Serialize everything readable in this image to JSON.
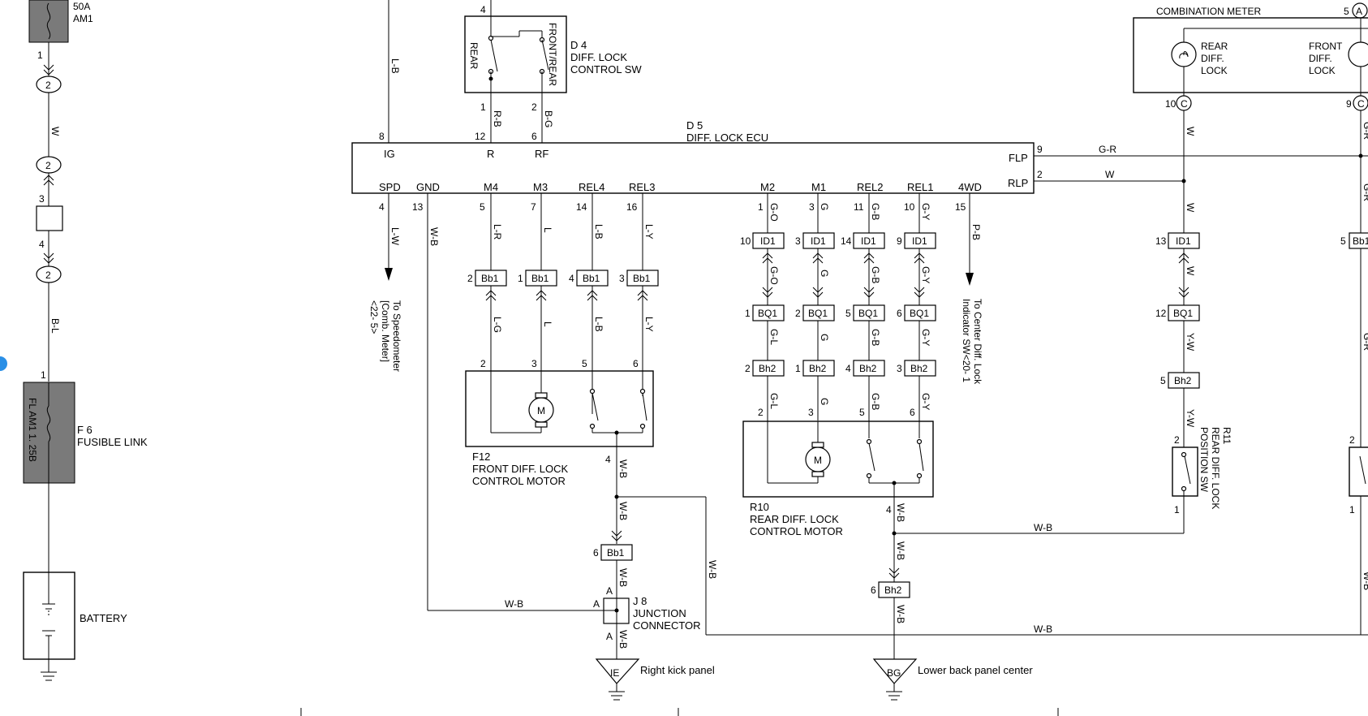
{
  "left_column": {
    "fuse_50a": "50A",
    "fuse_am1": "AM1",
    "pin_1a": "1",
    "pin_3": "3",
    "pin_4": "4",
    "pin_1b": "1",
    "circle_2": "2",
    "wire_w": "W",
    "wire_bl": "B-L",
    "fusible_link_code": "F 6",
    "fusible_link_name": "FUSIBLE LINK",
    "fusible_link_inner": "FL AM1 1. 25B",
    "battery": "BATTERY"
  },
  "d4": {
    "code": "D 4",
    "name1": "DIFF.  LOCK",
    "name2": "CONTROL SW",
    "rear": "REAR",
    "front_rear": "FRONT/REAR",
    "pin4": "4",
    "pin1": "1",
    "pin2": "2",
    "wire_rb": "R-B",
    "wire_bg": "B-G"
  },
  "ecu": {
    "code": "D 5",
    "name": "DIFF.  LOCK ECU",
    "top_pins": [
      {
        "num": "8",
        "label": "IG"
      },
      {
        "num": "12",
        "label": "R"
      },
      {
        "num": "6",
        "label": "RF"
      }
    ],
    "right_pins": [
      {
        "num": "9",
        "label": "FLP"
      },
      {
        "num": "2",
        "label": "RLP"
      }
    ],
    "bottom_pins": [
      {
        "num": "4",
        "label": "SPD"
      },
      {
        "num": "13",
        "label": "GND"
      },
      {
        "num": "5",
        "label": "M4"
      },
      {
        "num": "7",
        "label": "M3"
      },
      {
        "num": "14",
        "label": "REL4"
      },
      {
        "num": "16",
        "label": "REL3"
      },
      {
        "num": "1",
        "label": "M2"
      },
      {
        "num": "3",
        "label": "M1"
      },
      {
        "num": "11",
        "label": "REL2"
      },
      {
        "num": "10",
        "label": "REL1"
      },
      {
        "num": "15",
        "label": "4WD"
      }
    ]
  },
  "wires": {
    "lb": "L-B",
    "lw": "L-W",
    "wb": "W-B",
    "lr": "L-R",
    "l": "L",
    "lg": "L-G",
    "ly": "L-Y",
    "go": "G-O",
    "g": "G",
    "gb": "G-B",
    "gy": "G-Y",
    "gl": "G-L",
    "pb": "P-B",
    "gr": "G-R",
    "w": "W",
    "yw": "Y-W"
  },
  "connectors": {
    "bb1": "Bb1",
    "id1": "ID1",
    "bq1": "BQ1",
    "bh2": "Bh2"
  },
  "pin_numbers": {
    "bb1_left": [
      "2",
      "1",
      "4",
      "3"
    ],
    "id1_row": [
      "10",
      "3",
      "14",
      "9"
    ],
    "bq1_row": [
      "1",
      "2",
      "5",
      "6"
    ],
    "bh2_row": [
      "2",
      "1",
      "4",
      "3"
    ],
    "f12_pins": [
      "2",
      "3",
      "5",
      "6"
    ],
    "r10_pins": [
      "2",
      "3",
      "5",
      "6"
    ],
    "right_id1": "13",
    "right_bq1": "12",
    "right_bh2": "5",
    "right_bb1": "5",
    "f12_out": "4",
    "r10_out": "4",
    "bb1_6": "6",
    "bh2_6": "6",
    "j8_a1": "A",
    "j8_a2": "A",
    "j8_a3": "A",
    "r11_2": "2",
    "r11_1": "1",
    "comb_10": "10",
    "comb_9": "9",
    "comb_5": "5",
    "edge_2": "2",
    "edge_1": "1"
  },
  "speedo": {
    "line1": "To Speedometer",
    "line2": "[Comb.  Meter]",
    "line3": "<22- 5>"
  },
  "center_diff": {
    "line1": "To Center Diff.  Lock",
    "line2": "Indicator SW<20- 1"
  },
  "f12": {
    "code": "F12",
    "name1": "FRONT DIFF.  LOCK",
    "name2": "CONTROL MOTOR",
    "motor": "M"
  },
  "r10": {
    "code": "R10",
    "name1": "REAR DIFF.  LOCK",
    "name2": "CONTROL MOTOR",
    "motor": "M"
  },
  "j8": {
    "code": "J 8",
    "name1": "JUNCTION",
    "name2": "CONNECTOR"
  },
  "grounds": [
    {
      "code": "IE",
      "label": "Right kick panel"
    },
    {
      "code": "BG",
      "label": "Lower back panel center"
    }
  ],
  "comb_meter": {
    "name": "COMBINATION METER",
    "rear1": "REAR",
    "rear2": "DIFF.",
    "rear3": "LOCK",
    "front1": "FRONT",
    "front2": "DIFF.",
    "front3": "LOCK",
    "conn_a": "A",
    "conn_c1": "C",
    "conn_c2": "C"
  },
  "r11": {
    "code": "R11",
    "name1": "REAR DIFF.  LOCK",
    "name2": "POSITION SW"
  },
  "colors": {
    "line": "#000000",
    "fuse_fill": "#7a7a7a",
    "marker": "#2a8fe6"
  }
}
